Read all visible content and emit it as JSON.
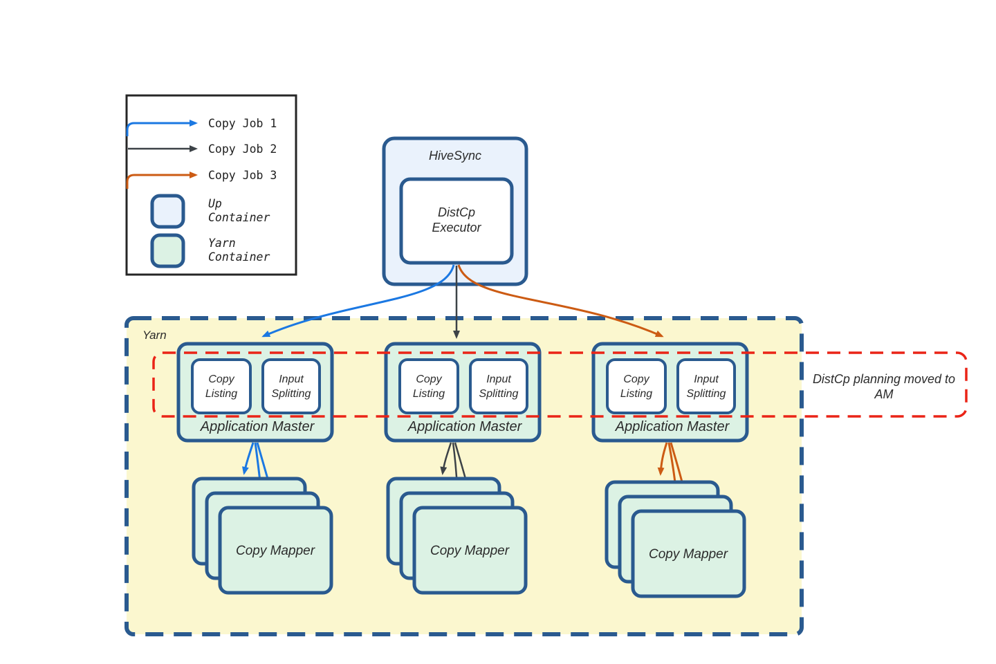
{
  "colors": {
    "diagram_border_blue": "#2a5a8f",
    "container_fill_blue": "#eaf2fc",
    "container_fill_green": "#dcf2e4",
    "yarn_fill_yellow": "#fbf7cf",
    "copy_job1_blue": "#1b78e2",
    "copy_job2_black": "#3c4247",
    "copy_job3_orange": "#cc5b13",
    "annotation_red": "#ea2417",
    "text_dark": "#2b2b2b",
    "legend_border_black": "#262626"
  },
  "legend": {
    "jobs": [
      {
        "label": "Copy Job 1"
      },
      {
        "label": "Copy Job 2"
      },
      {
        "label": "Copy Job 3"
      }
    ],
    "up_container": {
      "line1": "Up",
      "line2": "Container"
    },
    "yarn_container": {
      "line1": "Yarn",
      "line2": "Container"
    }
  },
  "hivesync": {
    "title": "HiveSync",
    "executor": {
      "line1": "DistCp",
      "line2": "Executor"
    }
  },
  "yarn": {
    "label": "Yarn"
  },
  "application_masters": [
    {
      "copy_listing": {
        "line1": "Copy",
        "line2": "Listing"
      },
      "input_splitting": {
        "line1": "Input",
        "line2": "Splitting"
      },
      "label": "Application Master"
    },
    {
      "copy_listing": {
        "line1": "Copy",
        "line2": "Listing"
      },
      "input_splitting": {
        "line1": "Input",
        "line2": "Splitting"
      },
      "label": "Application Master"
    },
    {
      "copy_listing": {
        "line1": "Copy",
        "line2": "Listing"
      },
      "input_splitting": {
        "line1": "Input",
        "line2": "Splitting"
      },
      "label": "Application Master"
    }
  ],
  "copy_mappers": [
    {
      "label": "Copy Mapper"
    },
    {
      "label": "Copy Mapper"
    },
    {
      "label": "Copy Mapper"
    }
  ],
  "annotation": {
    "line1": "DistCp planning moved to",
    "line2": "AM"
  }
}
